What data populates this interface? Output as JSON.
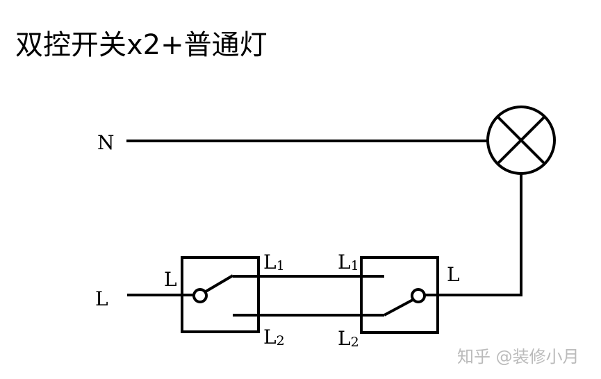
{
  "title": "双控开关x2+普通灯",
  "labels": {
    "neutral": "N",
    "live": "L",
    "switch1_common": "L",
    "switch2_common": "L",
    "switch1_l1": "L",
    "switch1_l1_sub": "1",
    "switch1_l2": "L",
    "switch1_l2_sub": "2",
    "switch2_l1": "L",
    "switch2_l1_sub": "1",
    "switch2_l2": "L",
    "switch2_l2_sub": "2"
  },
  "watermark": "知乎 @装修小月"
}
